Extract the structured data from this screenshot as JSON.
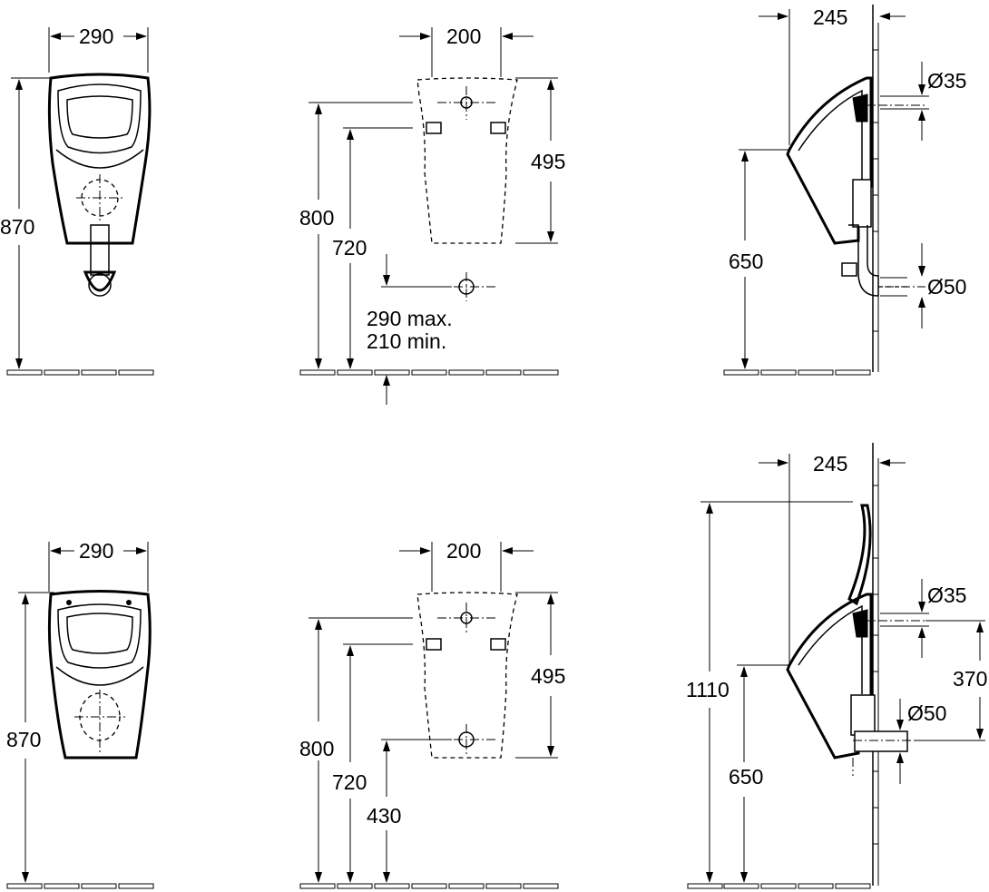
{
  "top_row": {
    "front_view": {
      "width": "290",
      "height": "870"
    },
    "wall_view": {
      "fixing_spacing": "200",
      "bowl_height": "495",
      "total_height": "800",
      "fixing_height": "720",
      "outlet_max": "290 max.",
      "outlet_min": "210 min."
    },
    "side_view": {
      "depth": "245",
      "inlet": "Ø35",
      "rim_height": "650",
      "outlet": "Ø50"
    }
  },
  "bottom_row": {
    "front_view": {
      "width": "290",
      "height": "870"
    },
    "wall_view": {
      "fixing_spacing": "200",
      "bowl_height": "495",
      "total_height": "800",
      "fixing_height": "720",
      "outlet_height": "430"
    },
    "side_view": {
      "depth": "245",
      "inlet": "Ø35",
      "total_height": "1110",
      "rim_height": "650",
      "inlet_offset": "370",
      "outlet": "Ø50"
    }
  }
}
